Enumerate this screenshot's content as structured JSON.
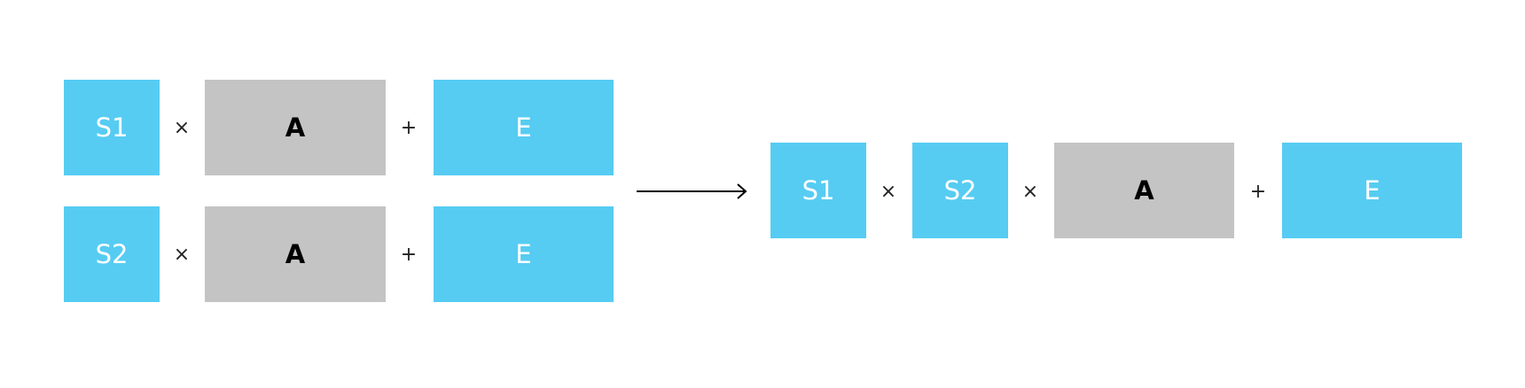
{
  "diagram": {
    "colors": {
      "blue_box": "#56ccf2",
      "gray_box": "#c4c4c4"
    },
    "left": {
      "row1": {
        "s": "S1",
        "times": "×",
        "a": "A",
        "plus": "+",
        "e": "E"
      },
      "row2": {
        "s": "S2",
        "times": "×",
        "a": "A",
        "plus": "+",
        "e": "E"
      }
    },
    "arrow_icon": "right-arrow-icon",
    "right": {
      "s1": "S1",
      "times1": "×",
      "s2": "S2",
      "times2": "×",
      "a": "A",
      "plus": "+",
      "e": "E"
    }
  }
}
